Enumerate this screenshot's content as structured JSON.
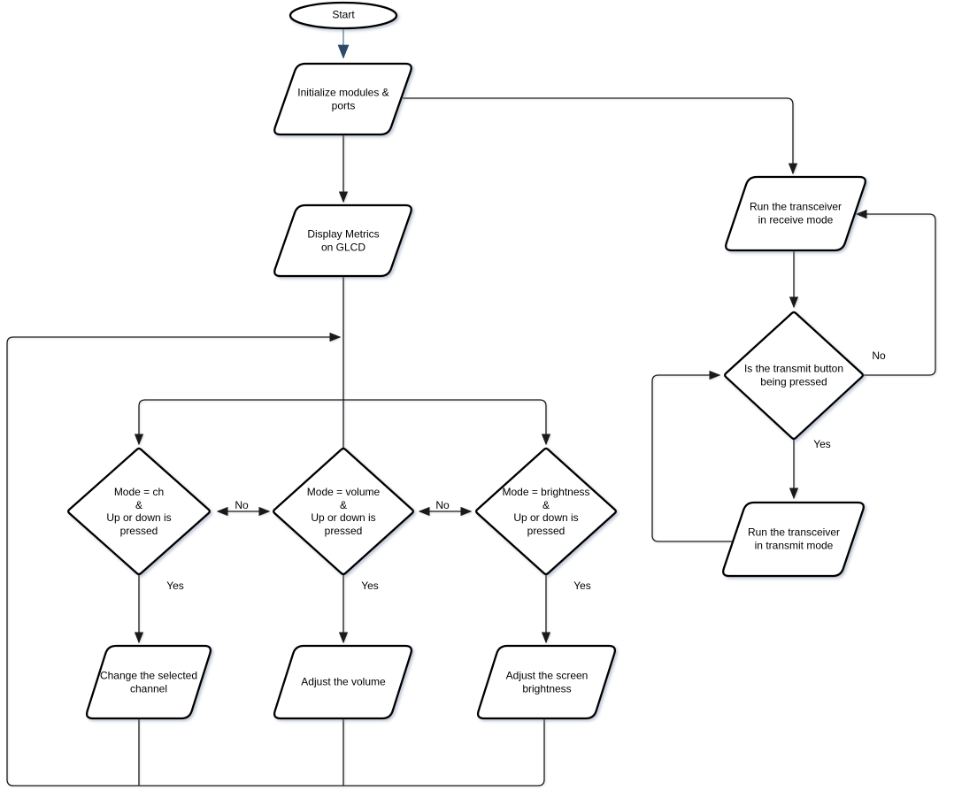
{
  "diagram": {
    "background": "#ffffff",
    "stroke_color": "#000000",
    "start_edge_color": "#7e93ab",
    "start_arrow_color": "#2c4a68",
    "nodes": {
      "start": "Start",
      "init": "Initialize modules &\nports",
      "display": "Display Metrics\non GLCD",
      "mode_ch": "Mode = ch\n&\nUp or down is\npressed",
      "mode_volume": "Mode = volume\n&\nUp or down is\npressed",
      "mode_brightness": "Mode = brightness\n&\nUp or down is\npressed",
      "change_channel": "Change the selected\nchannel",
      "adjust_volume": "Adjust the volume",
      "adjust_brightness": "Adjust the screen\nbrightness",
      "receive": "Run the transceiver\nin receive mode",
      "transmit_check": "Is the transmit button\nbeing pressed",
      "transmit": "Run the transceiver\nin transmit mode"
    },
    "edge_labels": {
      "no_ch_volume": "No",
      "no_volume_brightness": "No",
      "yes_ch": "Yes",
      "yes_volume": "Yes",
      "yes_brightness": "Yes",
      "no_transmit": "No",
      "yes_transmit": "Yes"
    }
  }
}
